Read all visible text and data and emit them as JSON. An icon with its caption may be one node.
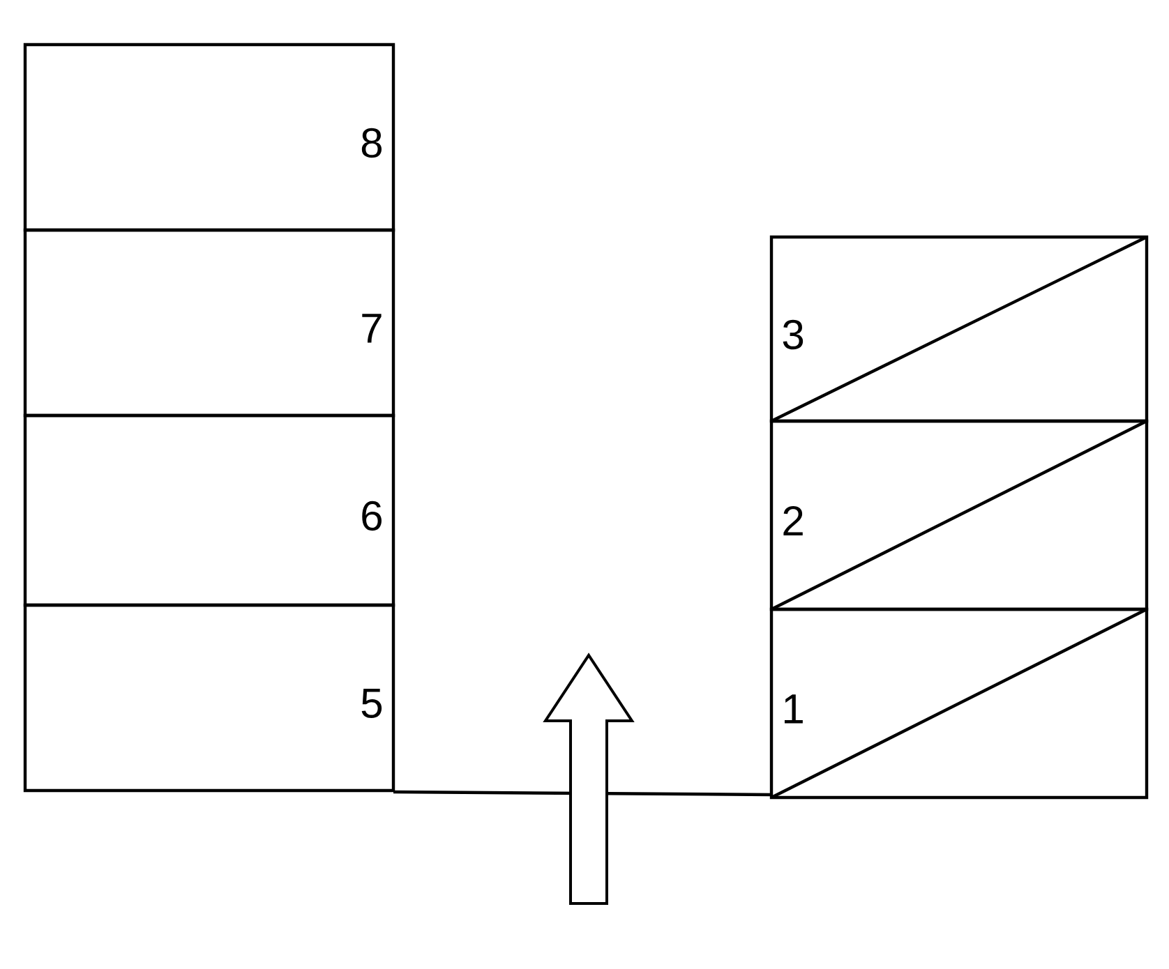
{
  "diagram": {
    "nodes": [
      {
        "text": [
          "8"
        ]
      },
      {
        "text": [
          "7"
        ]
      },
      {
        "text": [
          "6"
        ]
      },
      {
        "text": [
          "5"
        ]
      },
      {
        "text": [
          "3"
        ]
      },
      {
        "text": [
          "2"
        ]
      },
      {
        "text": [
          "1"
        ]
      }
    ]
  }
}
